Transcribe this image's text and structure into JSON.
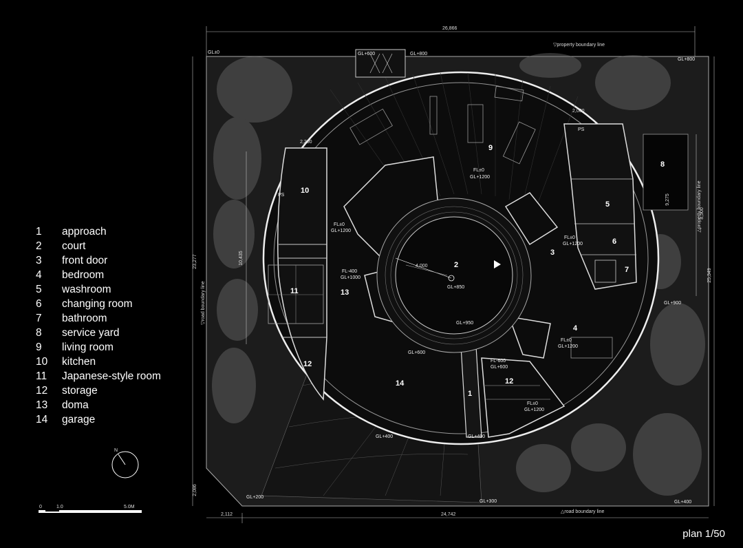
{
  "legend": [
    {
      "num": "1",
      "label": "approach"
    },
    {
      "num": "2",
      "label": "court"
    },
    {
      "num": "3",
      "label": "front door"
    },
    {
      "num": "4",
      "label": "bedroom"
    },
    {
      "num": "5",
      "label": "washroom"
    },
    {
      "num": "6",
      "label": "changing room"
    },
    {
      "num": "7",
      "label": "bathroom"
    },
    {
      "num": "8",
      "label": "service yard"
    },
    {
      "num": "9",
      "label": "living room"
    },
    {
      "num": "10",
      "label": "kitchen"
    },
    {
      "num": "11",
      "label": "Japanese-style room"
    },
    {
      "num": "12",
      "label": "storage"
    },
    {
      "num": "13",
      "label": "doma"
    },
    {
      "num": "14",
      "label": "garage"
    }
  ],
  "north": "N",
  "scale": {
    "zero": "0",
    "one": "1.0",
    "five": "5.0M"
  },
  "caption": "plan 1/50",
  "dimensions": {
    "top_width": "26,866",
    "bottom_width": "24,742",
    "bottom_left": "2,112",
    "left_height": "23,277",
    "left_lower": "2,086",
    "right_height": "25,349",
    "right_inner": "8,500",
    "right_service": "9,275",
    "kitchen_width": "2,200",
    "left_room": "10,435",
    "front_top": "2,000",
    "court_radius": "4,000"
  },
  "boundaries": {
    "top": "▽property boundary line",
    "bottom": "△road boundary line",
    "left": "▽road boundary line",
    "right": "△property boundary line"
  },
  "levels": {
    "gl0": "GL±0",
    "gl600": "GL+600",
    "gl800a": "GL+800",
    "gl800b": "GL+800",
    "gl900": "GL+900",
    "gl400r": "GL+400",
    "gl200": "GL+200",
    "gl300": "GL+300",
    "gl400a": "GL+400",
    "gl400b": "GL+400",
    "gl600b": "GL+600",
    "gl950": "GL+950",
    "gl850": "GL+850",
    "fl_living": "FL±0",
    "gl_living": "GL+1200",
    "fl_left": "FL±0",
    "gl_left": "GL+1200",
    "fl_front": "FL±0",
    "gl_front": "GL+1200",
    "fl_bed": "FL±0",
    "gl_bed": "GL+1200",
    "fl_doma": "FL-400",
    "gl_doma": "GL+1000",
    "fl_app": "FL-600",
    "gl_app": "GL+600",
    "fl_sto": "FL±0",
    "gl_sto": "GL+1200",
    "ps": "PS"
  },
  "room_labels": {
    "r1": "1",
    "r2": "2",
    "r3": "3",
    "r4": "4",
    "r5": "5",
    "r6": "6",
    "r7": "7",
    "r8": "8",
    "r9": "9",
    "r10": "10",
    "r11": "11",
    "r12a": "12",
    "r12b": "12",
    "r13": "13",
    "r14": "14"
  }
}
